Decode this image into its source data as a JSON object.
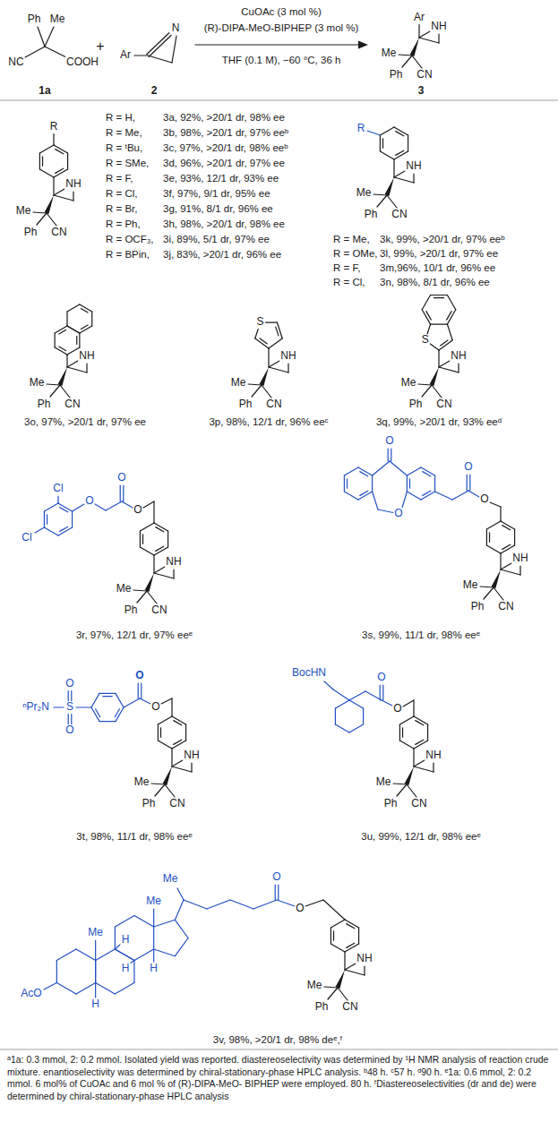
{
  "diagram": {
    "caption": "ᵃ1a: 0.3 mmol, 2: 0.2 mmol. Isolated yield was reported. diastereoselectivity was determined by ¹H NMR analysis of reaction crude mixture. enantioselectivity was determined by chiral-stationary-phase HPLC analysis. ᵇ48 h. ᶜ57 h. ᵈ90 h. ᵉ1a: 0.6 mmol, 2: 0.2 mmol. 6 mol% of CuOAc and 6 mol % of (R)-DIPA-MeO- BIPHEP were employed. 80 h. ᶠDiastereoselectivities (dr and de) were determined by chiral-stationary-phase HPLC analysis",
    "labels": [
      "Ph",
      "Me",
      "NC",
      "COOH",
      "1a",
      "+",
      "Ar",
      "N",
      "2",
      "CuOAc (3 mol %)",
      "(R)-DIPA-MeO-BIPHEP (3 mol %)",
      "THF (0.1 M), −60 °C, 36 h",
      "Ar",
      "NH",
      "Me",
      "Ph",
      "CN",
      "3",
      "R",
      "NH",
      "Me",
      "Ph",
      "CN",
      "R = H,",
      "3a, 92%, >20/1 dr, 98% ee",
      "R = Me,",
      "3b, 98%, >20/1 dr, 97% eeᵇ",
      "R = ᵗBu,",
      "3c, 97%, >20/1 dr, 98% eeᵇ",
      "R = SMe,",
      "3d, 96%, >20/1 dr, 97% ee",
      "R = F,",
      "3e, 93%, 12/1 dr, 93% ee",
      "R = Cl,",
      "3f, 97%, 9/1 dr, 95% ee",
      "R = Br,",
      "3g, 91%, 8/1 dr, 96% ee",
      "R = Ph,",
      "3h, 98%, >20/1 dr, 98% ee",
      "R = OCF₃,",
      "3i, 89%, 5/1 dr, 97% ee",
      "R = BPin,",
      "3j, 83%, >20/1 dr, 96% ee",
      "R",
      "NH",
      "Me",
      "Ph",
      "CN",
      "R = Me,",
      "3k, 99%, >20/1 dr, 97% eeᵇ",
      "R = OMe,",
      "3l, 99%, >20/1 dr, 97% ee",
      "R = F,",
      "3m,96%, 10/1 dr, 96% ee",
      "R = Cl,",
      "3n, 98%, 8/1 dr, 96% ee",
      "NH",
      "Me",
      "Ph",
      "CN",
      "3o, 97%, >20/1 dr, 97% ee",
      "S",
      "NH",
      "Me",
      "Ph",
      "CN",
      "3p, 98%, 12/1 dr, 96% eeᶜ",
      "S",
      "NH",
      "Me",
      "Ph",
      "CN",
      "3q, 99%, >20/1 dr, 93% eeᵈ",
      "Cl",
      "Cl",
      "O",
      "O",
      "O",
      "NH",
      "Me",
      "Ph",
      "CN",
      "3r, 97%, 12/1 dr, 97% eeᵉ",
      "O",
      "O",
      "O",
      "O",
      "NH",
      "Me",
      "Ph",
      "CN",
      "3s, 99%, 11/1 dr, 98% eeᵉ",
      "O",
      "S",
      "O",
      "ⁿPr₂N",
      "O",
      "O",
      "NH",
      "Me",
      "Ph",
      "CN",
      "3t, 98%, 11/1 dr, 98% eeᵉ",
      "BocHN",
      "O",
      "O",
      "NH",
      "Me",
      "Ph",
      "CN",
      "3u, 99%, 12/1 dr, 98% eeᵉ",
      "Me",
      "Me",
      "Me",
      "O",
      "H",
      "H",
      "H",
      "H",
      "AcO",
      "O",
      "NH",
      "Me",
      "Ph",
      "CN",
      "3v, 98%, >20/1 dr, 98% deᵉ,ᶠ"
    ]
  }
}
